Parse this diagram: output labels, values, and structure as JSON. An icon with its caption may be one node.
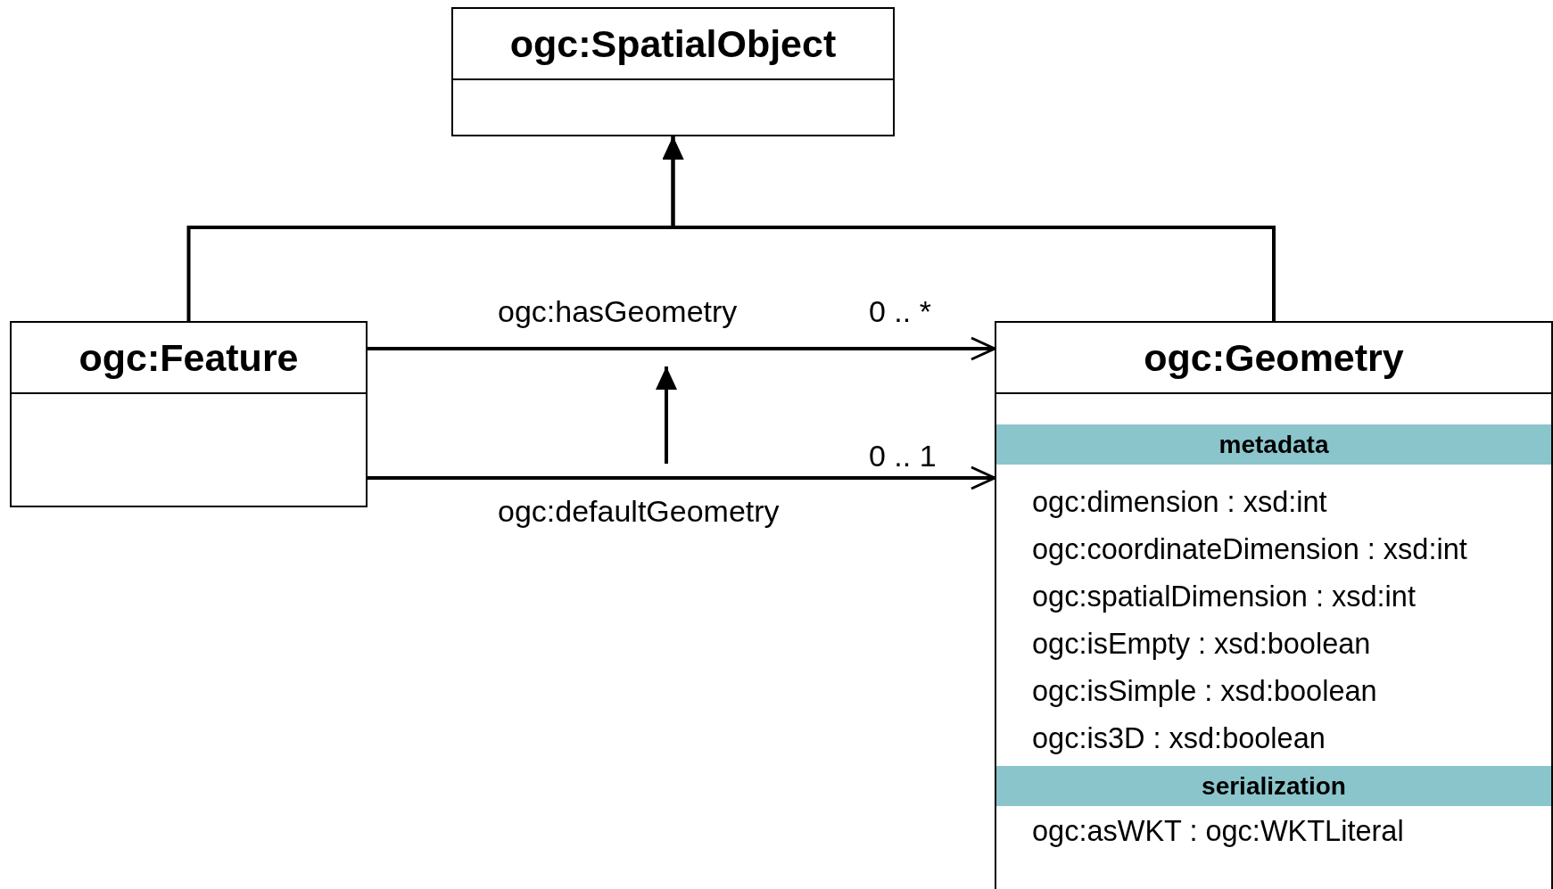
{
  "diagram": {
    "nodes": [
      {
        "text": [
          "ogc:SpatialObject"
        ]
      },
      {
        "text": [
          "ogc:Feature"
        ]
      },
      {
        "text": [
          "ogc:Geometry",
          "ogc:dimension : xsd:int",
          "ogc:coordinateDimension : xsd:int",
          "ogc:spatialDimension : xsd:int",
          "ogc:isEmpty : xsd:boolean",
          "ogc:isSimple : xsd:boolean",
          "ogc:is3D : xsd:boolean",
          "ogc:asWKT : ogc:WKTLiteral"
        ]
      },
      {
        "text": [
          "metadata"
        ],
        "in": 2
      },
      {
        "text": [
          "serialization"
        ],
        "in": 2
      }
    ],
    "edges": [
      {
        "from": 1,
        "to": 0,
        "arrow": "to"
      },
      {
        "from": 2,
        "to": 0,
        "arrow": "to"
      },
      {
        "from": 1,
        "to": 2,
        "arrow": "to",
        "label": "ogc:hasGeometry"
      },
      {
        "from": 1,
        "to": 2,
        "arrow": "to",
        "label": "ogc:defaultGeometry"
      }
    ],
    "labels": [
      "0 .. *",
      "0 .. 1"
    ]
  }
}
